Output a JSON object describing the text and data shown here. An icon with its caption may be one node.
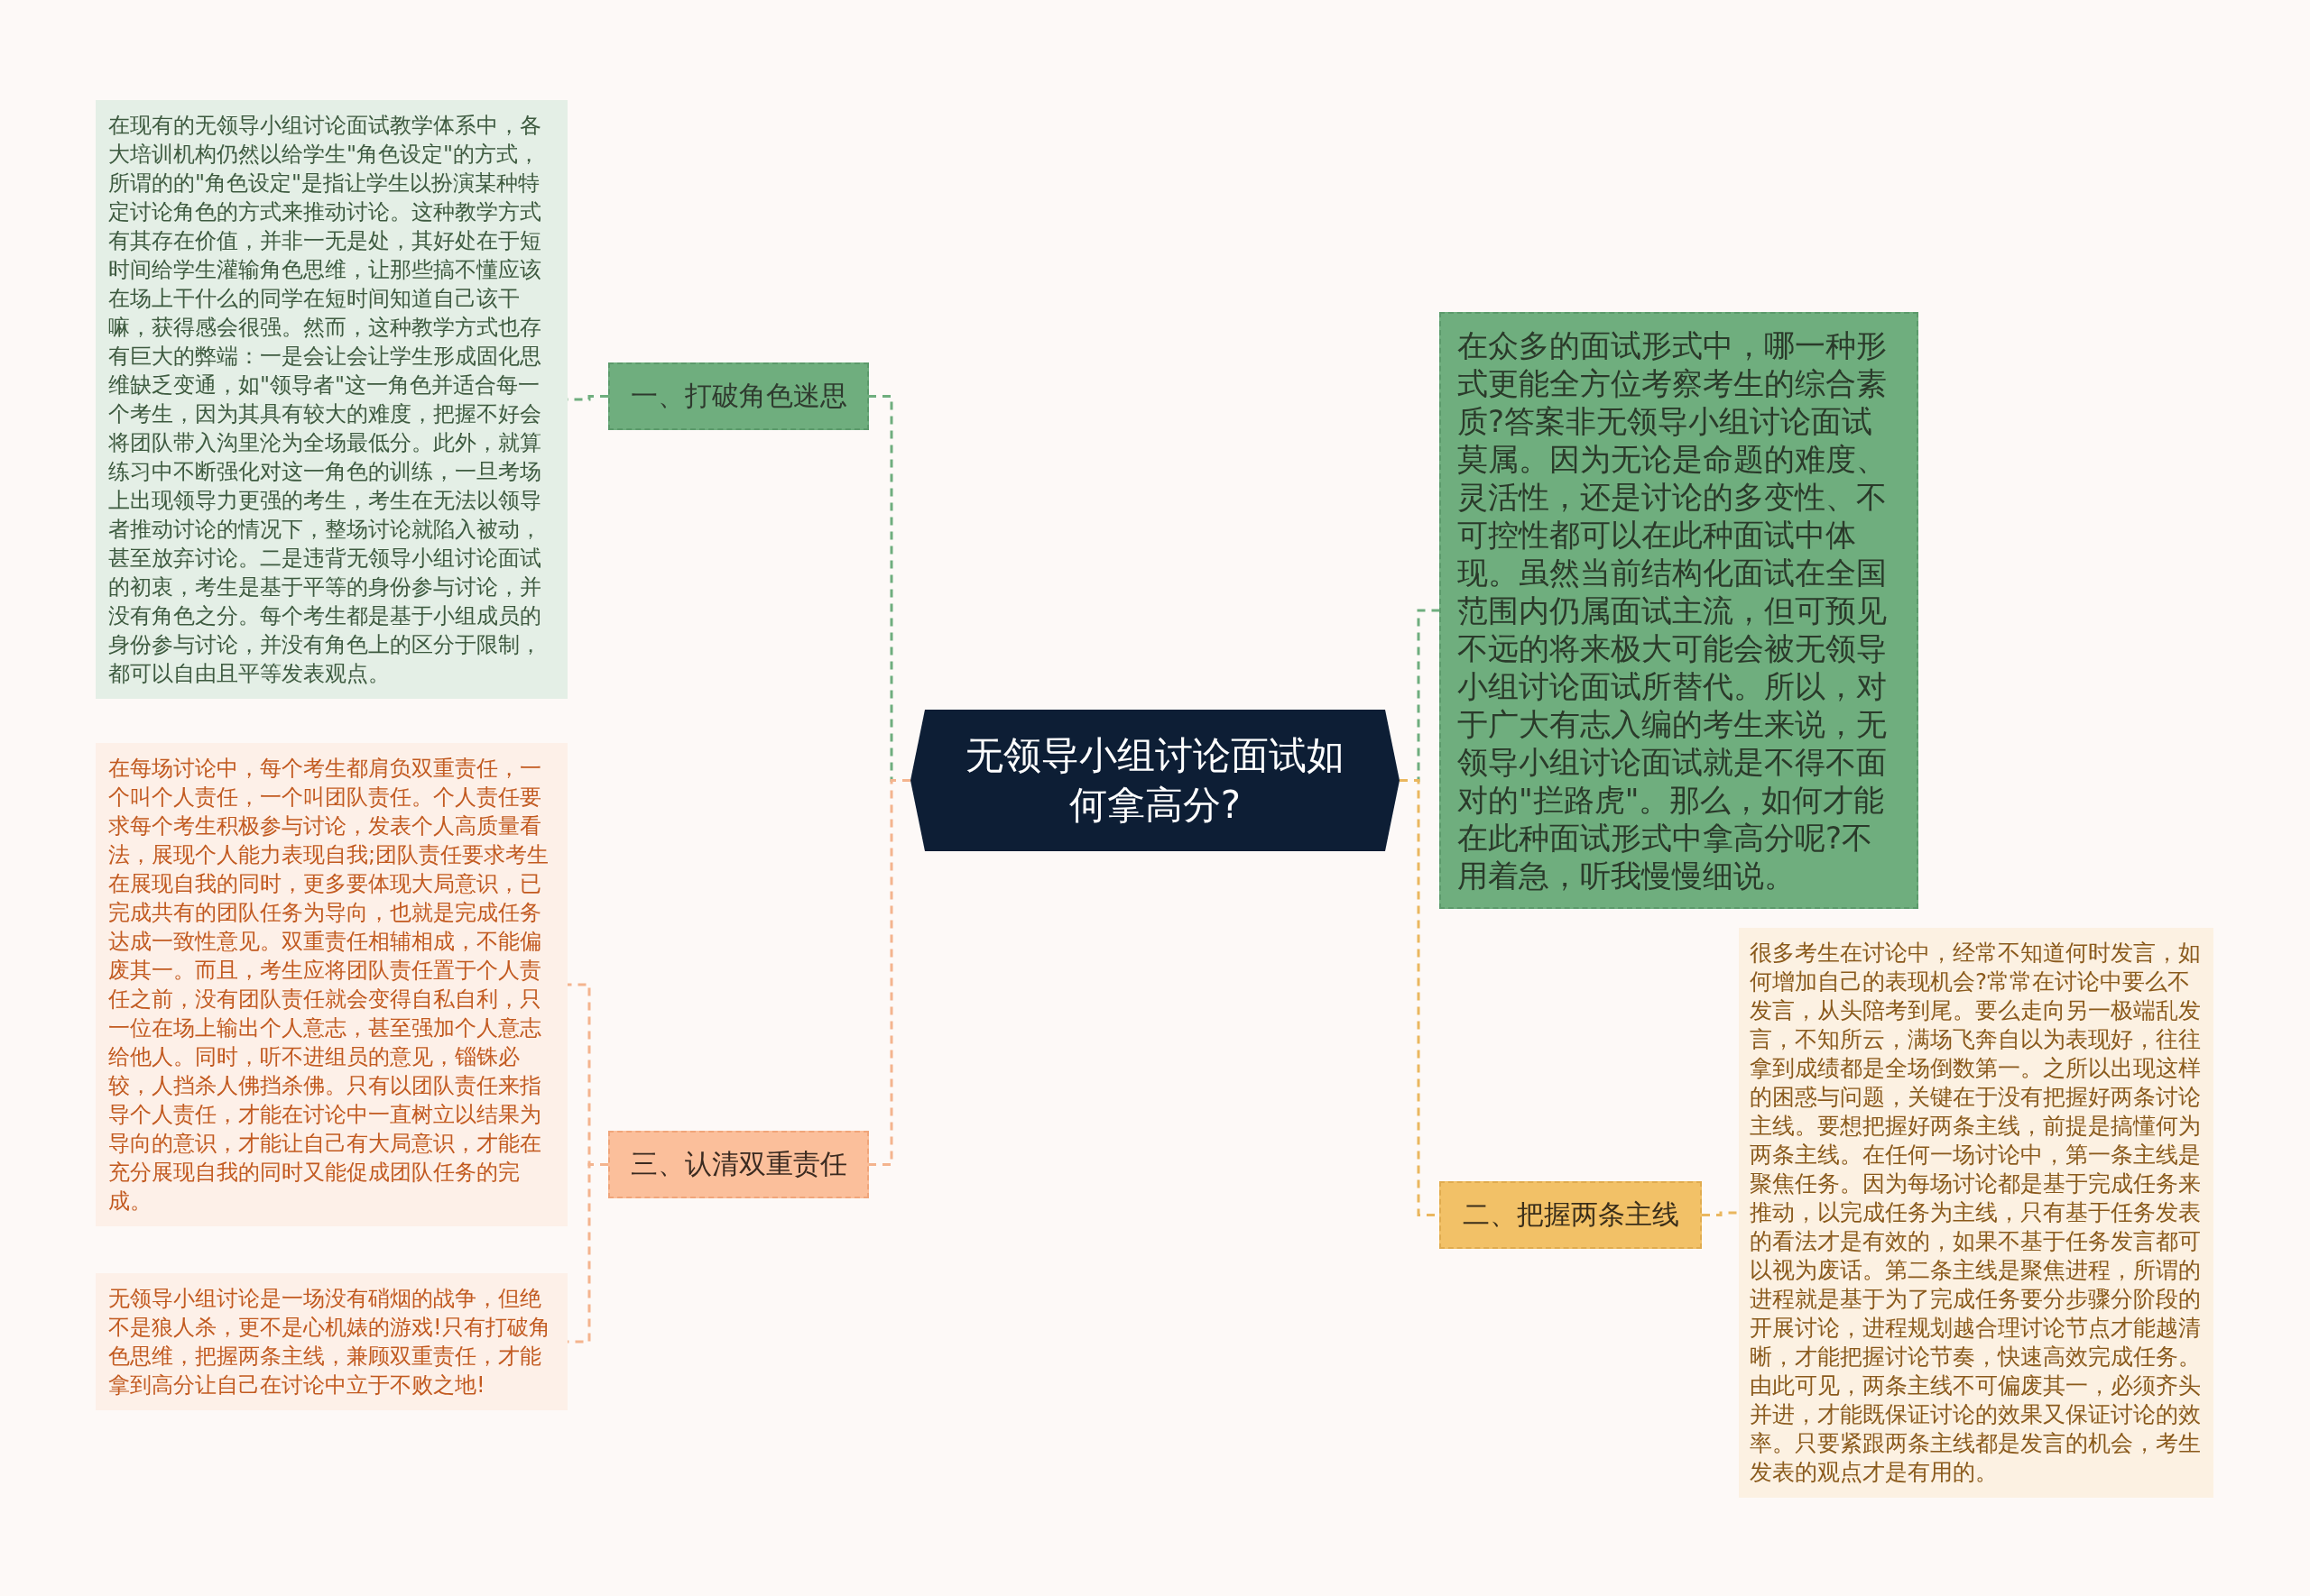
{
  "diagram": {
    "nodes": [
      {
        "text": [
          "无领导小组讨论面试如何拿高分?"
        ]
      },
      {
        "text": [
          "一、打破角色迷思"
        ]
      },
      {
        "text": [
          "在现有的无领导小组讨论面试教学体系中，各大培训机构仍然以给学生\"角色设定\"的方式，所谓的的\"角色设定\"是指让学生以扮演某种特定讨论角色的方式来推动讨论。这种教学方式有其存在价值，并非一无是处，其好处在于短时间给学生灌输角色思维，让那些搞不懂应该在场上干什么的同学在短时间知道自己该干嘛，获得感会很强。然而，这种教学方式也存有巨大的弊端：一是会让会让学生形成固化思维缺乏变通，如\"领导者\"这一角色并适合每一个考生，因为其具有较大的难度，把握不好会将团队带入沟里沦为全场最低分。此外，就算练习中不断强化对这一角色的训练，一旦考场上出现领导力更强的考生，考生在无法以领导者推动讨论的情况下，整场讨论就陷入被动，甚至放弃讨论。二是违背无领导小组讨论面试的初衷，考生是基于平等的身份参与讨论，并没有角色之分。每个考生都是基于小组成员的身份参与讨论，并没有角色上的区分于限制，都可以自由且平等发表观点。"
        ]
      },
      {
        "text": [
          "在众多的面试形式中，哪一种形式更能全方位考察考生的综合素质?答案非无领导小组讨论面试莫属。因为无论是命题的难度、灵活性，还是讨论的多变性、不可控性都可以在此种面试中体现。虽然当前结构化面试在全国范围内仍属面试主流，但可预见不远的将来极大可能会被无领导小组讨论面试所替代。所以，对于广大有志入编的考生来说，无领导小组讨论面试就是不得不面对的\"拦路虎\"。那么，如何才能在此种面试形式中拿高分呢?不用着急，听我慢慢细说。"
        ]
      },
      {
        "text": [
          "二、把握两条主线"
        ]
      },
      {
        "text": [
          "很多考生在讨论中，经常不知道何时发言，如何增加自己的表现机会?常常在讨论中要么不发言，从头陪考到尾。要么走向另一极端乱发言，不知所云，满场飞奔自以为表现好，往往拿到成绩都是全场倒数第一。之所以出现这样的困惑与问题，关键在于没有把握好两条讨论主线。要想把握好两条主线，前提是搞懂何为两条主线。在任何一场讨论中，第一条主线是聚焦任务。因为每场讨论都是基于完成任务来推动，以完成任务为主线，只有基于任务发表的看法才是有效的，如果不基于任务发言都可以视为废话。第二条主线是聚焦进程，所谓的进程就是基于为了完成任务要分步骤分阶段的开展讨论，进程规划越合理讨论节点才能越清晰，才能把握讨论节奏，快速高效完成任务。由此可见，两条主线不可偏废其一，必须齐头并进，才能既保证讨论的效果又保证讨论的效率。只要紧跟两条主线都是发言的机会，考生发表的观点才是有用的。"
        ]
      },
      {
        "text": [
          "三、认清双重责任"
        ]
      },
      {
        "text": [
          "在每场讨论中，每个考生都肩负双重责任，一个叫个人责任，一个叫团队责任。个人责任要求每个考生积极参与讨论，发表个人高质量看法，展现个人能力表现自我;团队责任要求考生在展现自我的同时，更多要体现大局意识，已完成共有的团队任务为导向，也就是完成任务达成一致性意见。双重责任相辅相成，不能偏废其一。而且，考生应将团队责任置于个人责任之前，没有团队责任就会变得自私自利，只一位在场上输出个人意志，甚至强加个人意志给他人。同时，听不进组员的意见，锱铢必较，人挡杀人佛挡杀佛。只有以团队责任来指导个人责任，才能在讨论中一直树立以结果为导向的意识，才能让自己有大局意识，才能在充分展现自我的同时又能促成团队任务的完成。"
        ]
      },
      {
        "text": [
          "无领导小组讨论是一场没有硝烟的战争，但绝不是狼人杀，更不是心机婊的游戏!只有打破角色思维，把握两条主线，兼顾双重责任，才能拿到高分让自己在讨论中立于不败之地!"
        ]
      }
    ],
    "edges": [
      {
        "from": 0,
        "to": 1,
        "arrow": "none",
        "style": "dashed",
        "color": "#6fae7e"
      },
      {
        "from": 1,
        "to": 2,
        "arrow": "none",
        "style": "dashed",
        "color": "#6fae7e"
      },
      {
        "from": 0,
        "to": 3,
        "arrow": "none",
        "style": "dashed",
        "color": "#6fae7e"
      },
      {
        "from": 0,
        "to": 4,
        "arrow": "none",
        "style": "dashed",
        "color": "#eab75f"
      },
      {
        "from": 4,
        "to": 5,
        "arrow": "none",
        "style": "dashed",
        "color": "#eab75f"
      },
      {
        "from": 0,
        "to": 6,
        "arrow": "none",
        "style": "dashed",
        "color": "#f4b48e"
      },
      {
        "from": 6,
        "to": 7,
        "arrow": "none",
        "style": "dashed",
        "color": "#f4b48e"
      },
      {
        "from": 6,
        "to": 8,
        "arrow": "none",
        "style": "dashed",
        "color": "#f4b48e"
      }
    ]
  }
}
